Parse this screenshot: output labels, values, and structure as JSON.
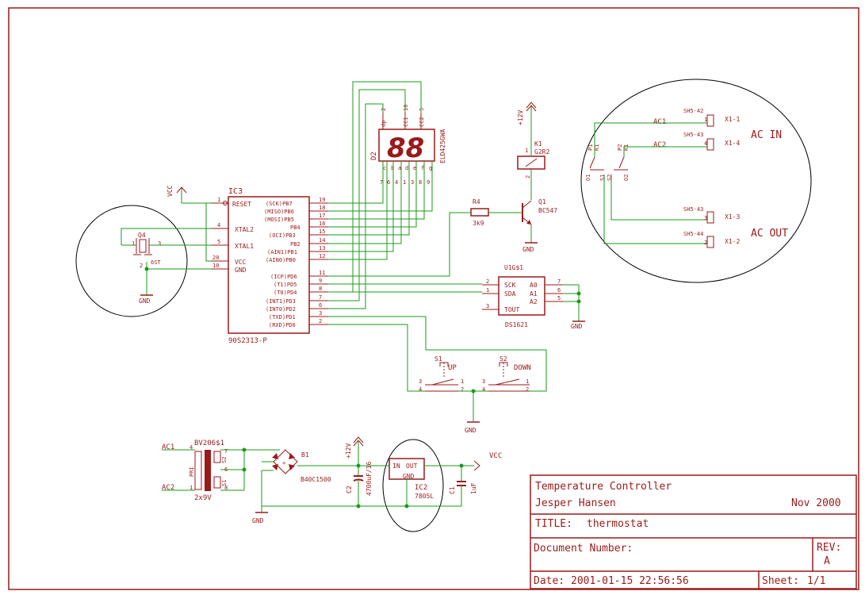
{
  "title_block": {
    "project": "Temperature Controller",
    "author": "Jesper Hansen",
    "date_top": "Nov 2000",
    "title_label": "TITLE:",
    "title_value": "thermostat",
    "docnum_label": "Document Number:",
    "rev_label": "REV:",
    "rev_value": "A",
    "date_label": "Date:",
    "date_value": "2001-01-15  22:56:56",
    "sheet_label": "Sheet:",
    "sheet_value": "1/1"
  },
  "mcu": {
    "name": "IC3",
    "part": "90S2313-P",
    "left_pins": [
      {
        "num": "1",
        "label": "RESET"
      },
      {
        "num": "4",
        "label": "XTAL2"
      },
      {
        "num": "5",
        "label": "XTAL1"
      },
      {
        "num": "20",
        "label": "VCC"
      },
      {
        "num": "10",
        "label": "GND"
      }
    ],
    "right_pins": [
      {
        "num": "19",
        "label": "(SCK)PB7"
      },
      {
        "num": "18",
        "label": "(MISO)PB6"
      },
      {
        "num": "17",
        "label": "(MOSI)PB5"
      },
      {
        "num": "16",
        "label": "PB4"
      },
      {
        "num": "15",
        "label": "(OCI)PB3"
      },
      {
        "num": "14",
        "label": "PB2"
      },
      {
        "num": "13",
        "label": "(AIN1)PB1"
      },
      {
        "num": "12",
        "label": "(AIN0)PB0"
      },
      {
        "num": "11",
        "label": "(ICP)PD6"
      },
      {
        "num": "9",
        "label": "(T1)PD5"
      },
      {
        "num": "8",
        "label": "(T0)PD4"
      },
      {
        "num": "7",
        "label": "(INT1)PD3"
      },
      {
        "num": "6",
        "label": "(INT0)PD2"
      },
      {
        "num": "3",
        "label": "(TXD)PD1"
      },
      {
        "num": "2",
        "label": "(RXD)PD0"
      }
    ]
  },
  "display": {
    "ref": "D2",
    "part": "ELD425GWA",
    "digits": "88",
    "top_pins": [
      "dp",
      "2",
      "CC1",
      "10",
      "CC2",
      "5"
    ],
    "bottom_letters": [
      "c",
      "b",
      "a",
      "d",
      "e",
      "f",
      "g"
    ],
    "bottom_nums": [
      "7",
      "6",
      "4",
      "1",
      "3",
      "8",
      "9"
    ]
  },
  "crystal": {
    "ref": "Q4",
    "part": "6ST",
    "pin1": "1",
    "pin2": "2",
    "pin3": "3",
    "gnd": "GND"
  },
  "vcc_label": "VCC",
  "relay": {
    "ref": "K1",
    "part": "G2R2",
    "pin1": "1",
    "pin2": "2",
    "supply": "+12V"
  },
  "resistor": {
    "ref": "R4",
    "value": "3k9"
  },
  "transistor": {
    "ref": "Q1",
    "part": "BC547",
    "gnd": "GND"
  },
  "sensor": {
    "ref": "U1G$1",
    "part": "DS1621",
    "pins_left": [
      {
        "num": "2",
        "label": "SCK"
      },
      {
        "num": "1",
        "label": "SDA"
      },
      {
        "num": "3",
        "label": "TOUT"
      }
    ],
    "pins_right": [
      {
        "num": "7",
        "label": "A0"
      },
      {
        "num": "6",
        "label": "A1"
      },
      {
        "num": "5",
        "label": "A2"
      }
    ],
    "gnd": "GND"
  },
  "switches": {
    "s1_ref": "S1",
    "s1_label": "UP",
    "s2_ref": "S2",
    "s2_label": "DOWN",
    "pins": [
      "3",
      "4",
      "1",
      "2"
    ],
    "gnd": "GND"
  },
  "relay_contacts": {
    "ac_labels": [
      "AC1",
      "AC2"
    ],
    "connectors_in": [
      {
        "sh": "SH5-42",
        "pin": "1",
        "label": "X1-1"
      },
      {
        "sh": "SH5-43",
        "pin": "4",
        "label": "X1-4"
      }
    ],
    "connectors_out": [
      {
        "sh": "SH5-43",
        "pin": "3",
        "label": "X1-3"
      },
      {
        "sh": "SH5-44",
        "pin": "2",
        "label": "X1-2"
      }
    ],
    "ac_in": "AC IN",
    "ac_out": "AC OUT",
    "contact_labels": [
      "P1",
      "K1",
      "P2",
      "K1",
      "O1",
      "S1",
      "S2",
      "O2"
    ]
  },
  "power": {
    "ac1": "AC1",
    "ac2": "AC2",
    "transformer": "BV206$1",
    "transformer_sub": "2x9V",
    "tr_labels": [
      "PRI",
      "S2",
      "S1"
    ],
    "tr_pins": [
      "4",
      "1",
      "7",
      "6",
      "8"
    ],
    "bridge": "B1",
    "bridge_part": "B40C1500",
    "cap2_ref": "C2",
    "cap2_value": "4700uF/16",
    "reg_ref": "IC2",
    "reg_part": "7805L",
    "reg_in": "IN",
    "reg_out": "OUT",
    "reg_gnd": "GND",
    "cap1_ref": "C1",
    "cap1_value": "1uF",
    "plus12": "+12V",
    "vcc": "VCC",
    "gnd": "GND"
  }
}
